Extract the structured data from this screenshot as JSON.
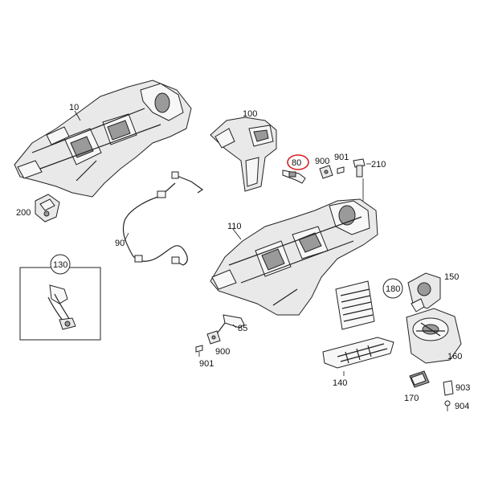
{
  "diagram": {
    "callouts": {
      "p10": "10",
      "p100": "100",
      "p80": "80",
      "p900a": "900",
      "p901a": "901",
      "p210": "210",
      "p200": "200",
      "p90": "90",
      "p110": "110",
      "p130": "130",
      "p150": "150",
      "p180": "180",
      "p85": "85",
      "p900b": "900",
      "p901b": "901",
      "p160": "160",
      "p140": "140",
      "p170": "170",
      "p903": "903",
      "p904": "904"
    },
    "highlight": {
      "part": "80",
      "color": "#d62020"
    }
  }
}
